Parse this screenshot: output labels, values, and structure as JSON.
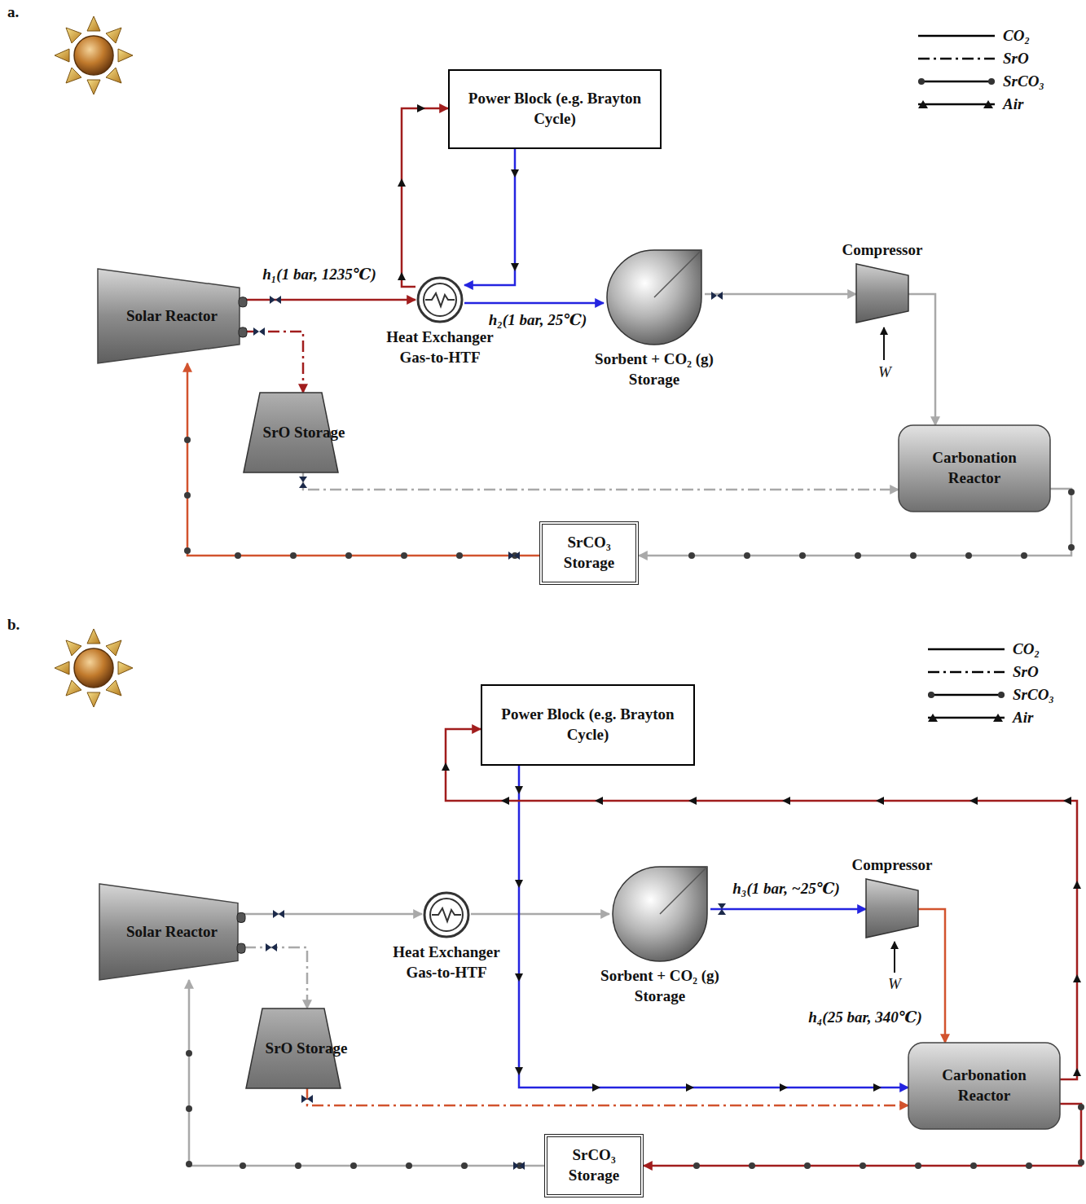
{
  "diagram": {
    "nodes": [
      {
        "text": [
          "Solar Reactor"
        ]
      },
      {
        "text": [
          "Heat Exchanger Gas-to-HTF"
        ]
      },
      {
        "text": [
          "Power Block (e.g. Brayton Cycle)"
        ]
      },
      {
        "text": [
          "Sorbent + CO₂ (g) Storage"
        ]
      },
      {
        "text": [
          "Compressor"
        ]
      },
      {
        "text": [
          "Carbonation Reactor"
        ]
      },
      {
        "text": [
          "SrO Storage"
        ]
      },
      {
        "text": [
          "SrCO₃ Storage"
        ]
      },
      {
        "text": [
          "Solar Reactor"
        ]
      },
      {
        "text": [
          "Heat Exchanger Gas-to-HTF"
        ]
      },
      {
        "text": [
          "Power Block (e.g. Brayton Cycle)"
        ]
      },
      {
        "text": [
          "Sorbent + CO₂ (g) Storage"
        ]
      },
      {
        "text": [
          "Compressor"
        ]
      },
      {
        "text": [
          "Carbonation Reactor"
        ]
      },
      {
        "text": [
          "SrO Storage"
        ]
      },
      {
        "text": [
          "SrCO₃ Storage"
        ]
      }
    ],
    "edges": [
      {
        "from": 0,
        "to": 1,
        "arrow": "to",
        "label": "h₁(1 bar, 1235℃)"
      },
      {
        "from": 1,
        "to": 2,
        "arrow": "to"
      },
      {
        "from": 2,
        "to": 1,
        "arrow": "to"
      },
      {
        "from": 1,
        "to": 3,
        "arrow": "to",
        "label": "h₂(1 bar, 25℃)"
      },
      {
        "from": 3,
        "to": 4,
        "arrow": "to"
      },
      {
        "from": 4,
        "to": 5,
        "arrow": "to"
      },
      {
        "from": 0,
        "to": 6,
        "arrow": "to"
      },
      {
        "from": 6,
        "to": 5,
        "arrow": "to"
      },
      {
        "from": 5,
        "to": 7,
        "arrow": "to"
      },
      {
        "from": 7,
        "to": 0,
        "arrow": "to"
      },
      {
        "from": 8,
        "to": 9,
        "arrow": "to"
      },
      {
        "from": 9,
        "to": 11,
        "arrow": "to"
      },
      {
        "from": 8,
        "to": 14,
        "arrow": "to"
      },
      {
        "from": 11,
        "to": 12,
        "arrow": "to",
        "label": "h₃(1 bar, ~25℃)"
      },
      {
        "from": 12,
        "to": 13,
        "arrow": "to",
        "label": "h₄(25 bar, 340℃)"
      },
      {
        "from": 10,
        "to": 13,
        "arrow": "to"
      },
      {
        "from": 13,
        "to": 10,
        "arrow": "to"
      },
      {
        "from": 14,
        "to": 13,
        "arrow": "to"
      },
      {
        "from": 13,
        "to": 15,
        "arrow": "to"
      },
      {
        "from": 15,
        "to": 8,
        "arrow": "to"
      }
    ],
    "labels": [
      "a.",
      "b.",
      "W",
      "W"
    ],
    "legend": [
      {
        "text": "CO₂"
      },
      {
        "text": "SrO"
      },
      {
        "text": "SrCO₃"
      },
      {
        "text": "Air"
      },
      {
        "text": "CO₂"
      },
      {
        "text": "SrO"
      },
      {
        "text": "SrCO₃"
      },
      {
        "text": "Air"
      }
    ]
  }
}
